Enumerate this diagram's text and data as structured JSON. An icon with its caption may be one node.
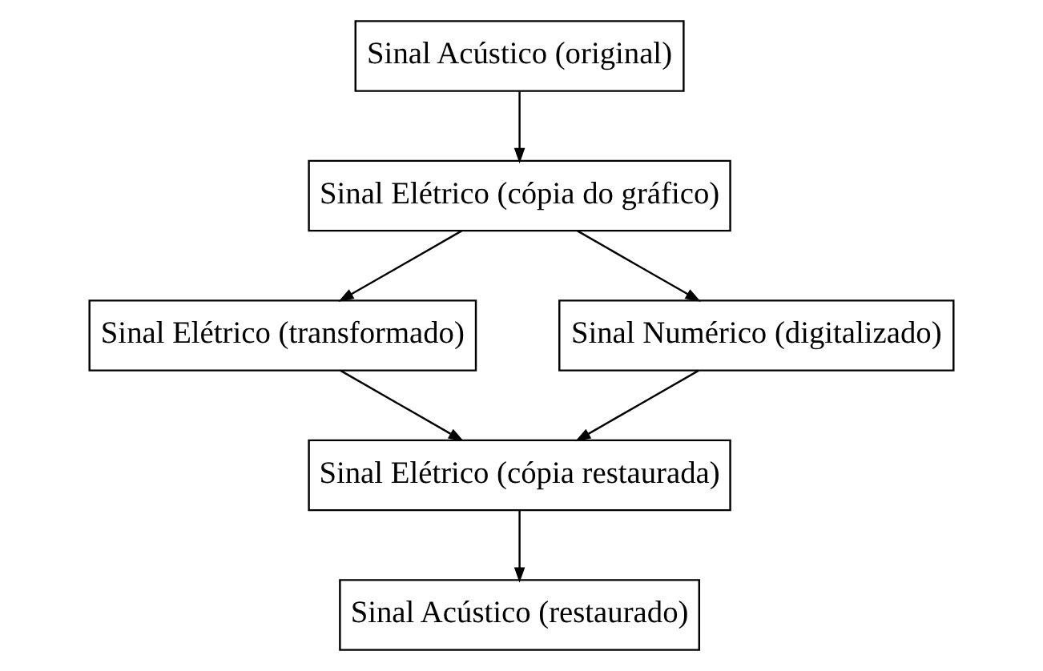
{
  "diagram": {
    "nodes": [
      {
        "text": [
          "Sinal Acústico (original)"
        ]
      },
      {
        "text": [
          "Sinal Elétrico (cópia do gráfico)"
        ]
      },
      {
        "text": [
          "Sinal Elétrico (transformado)"
        ]
      },
      {
        "text": [
          "Sinal Numérico (digitalizado)"
        ]
      },
      {
        "text": [
          "Sinal Elétrico (cópia restaurada)"
        ]
      },
      {
        "text": [
          "Sinal Acústico (restaurado)"
        ]
      }
    ],
    "edges": [
      {
        "from": 0,
        "to": 1,
        "arrow": "to"
      },
      {
        "from": 1,
        "to": 2,
        "arrow": "to"
      },
      {
        "from": 1,
        "to": 3,
        "arrow": "to"
      },
      {
        "from": 2,
        "to": 4,
        "arrow": "to"
      },
      {
        "from": 3,
        "to": 4,
        "arrow": "to"
      },
      {
        "from": 4,
        "to": 5,
        "arrow": "to"
      }
    ]
  }
}
